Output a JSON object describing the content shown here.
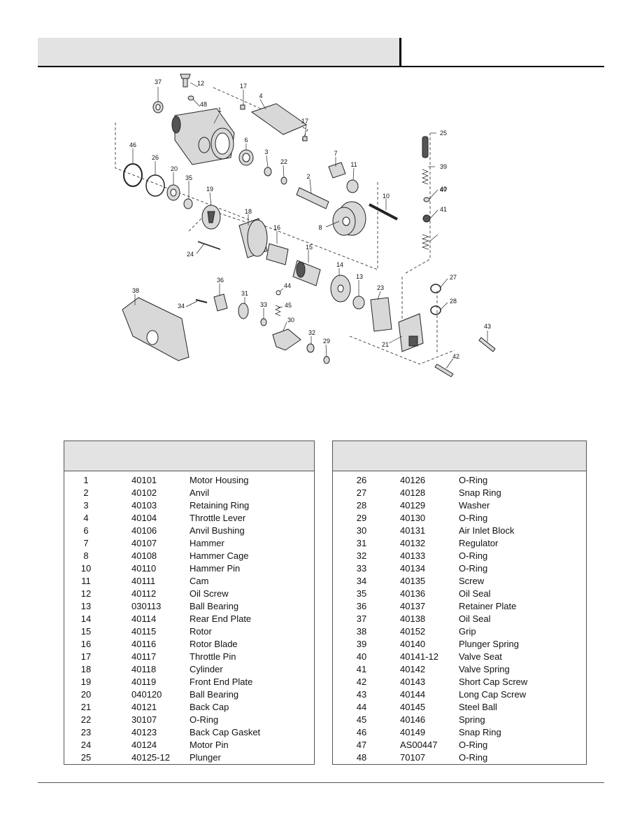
{
  "diagram": {
    "labels": [
      "1",
      "2",
      "3",
      "4",
      "6",
      "7",
      "8",
      "10",
      "11",
      "12",
      "13",
      "14",
      "15",
      "16",
      "17",
      "17",
      "18",
      "19",
      "20",
      "21",
      "22",
      "23",
      "24",
      "25",
      "26",
      "27",
      "28",
      "29",
      "30",
      "31",
      "32",
      "33",
      "34",
      "35",
      "36",
      "37",
      "38",
      "39",
      "40",
      "41",
      "42",
      "43",
      "44",
      "45",
      "46",
      "47",
      "48"
    ]
  },
  "parts_left": [
    {
      "no": "1",
      "part": "40101",
      "desc": "Motor Housing"
    },
    {
      "no": "2",
      "part": "40102",
      "desc": "Anvil"
    },
    {
      "no": "3",
      "part": "40103",
      "desc": "Retaining  Ring"
    },
    {
      "no": "4",
      "part": "40104",
      "desc": "Throttle Lever"
    },
    {
      "no": "6",
      "part": "40106",
      "desc": "Anvil Bushing"
    },
    {
      "no": "7",
      "part": "40107",
      "desc": "Hammer"
    },
    {
      "no": "8",
      "part": "40108",
      "desc": "Hammer Cage"
    },
    {
      "no": "10",
      "part": "40110",
      "desc": "Hammer Pin"
    },
    {
      "no": "11",
      "part": "40111",
      "desc": "Cam"
    },
    {
      "no": "12",
      "part": "40112",
      "desc": "Oil Screw"
    },
    {
      "no": "13",
      "part": "030113",
      "desc": "Ball Bearing"
    },
    {
      "no": "14",
      "part": "40114",
      "desc": "Rear End Plate"
    },
    {
      "no": "15",
      "part": "40115",
      "desc": "Rotor"
    },
    {
      "no": "16",
      "part": "40116",
      "desc": "Rotor Blade"
    },
    {
      "no": "17",
      "part": "40117",
      "desc": "Throttle Pin"
    },
    {
      "no": "18",
      "part": "40118",
      "desc": "Cylinder"
    },
    {
      "no": "19",
      "part": "40119",
      "desc": "Front End Plate"
    },
    {
      "no": "20",
      "part": "040120",
      "desc": "Ball Bearing"
    },
    {
      "no": "21",
      "part": "40121",
      "desc": "Back Cap"
    },
    {
      "no": "22",
      "part": "30107",
      "desc": "O-Ring"
    },
    {
      "no": "23",
      "part": "40123",
      "desc": "Back Cap Gasket"
    },
    {
      "no": "24",
      "part": "40124",
      "desc": "Motor Pin"
    },
    {
      "no": "25",
      "part": "40125-12",
      "desc": "Plunger"
    }
  ],
  "parts_right": [
    {
      "no": "26",
      "part": "40126",
      "desc": "O-Ring"
    },
    {
      "no": "27",
      "part": "40128",
      "desc": "Snap Ring"
    },
    {
      "no": "28",
      "part": "40129",
      "desc": "Washer"
    },
    {
      "no": "29",
      "part": "40130",
      "desc": "O-Ring"
    },
    {
      "no": "30",
      "part": "40131",
      "desc": "Air Inlet Block"
    },
    {
      "no": "31",
      "part": "40132",
      "desc": "Regulator"
    },
    {
      "no": "32",
      "part": "40133",
      "desc": "O-Ring"
    },
    {
      "no": "33",
      "part": "40134",
      "desc": "O-Ring"
    },
    {
      "no": "34",
      "part": "40135",
      "desc": "Screw"
    },
    {
      "no": "35",
      "part": "40136",
      "desc": "Oil Seal"
    },
    {
      "no": "36",
      "part": "40137",
      "desc": "Retainer Plate"
    },
    {
      "no": "37",
      "part": "40138",
      "desc": "Oil Seal"
    },
    {
      "no": "38",
      "part": "40152",
      "desc": "Grip"
    },
    {
      "no": "39",
      "part": "40140",
      "desc": "Plunger Spring"
    },
    {
      "no": "40",
      "part": "40141-12",
      "desc": "Valve Seat"
    },
    {
      "no": "41",
      "part": "40142",
      "desc": "Valve Spring"
    },
    {
      "no": "42",
      "part": "40143",
      "desc": "Short Cap Screw"
    },
    {
      "no": "43",
      "part": "40144",
      "desc": "Long Cap Screw"
    },
    {
      "no": "44",
      "part": "40145",
      "desc": "Steel Ball"
    },
    {
      "no": "45",
      "part": "40146",
      "desc": "Spring"
    },
    {
      "no": "46",
      "part": "40149",
      "desc": "Snap Ring"
    },
    {
      "no": "47",
      "part": "AS00447",
      "desc": "O-Ring"
    },
    {
      "no": "48",
      "part": "70107",
      "desc": "O-Ring"
    }
  ]
}
